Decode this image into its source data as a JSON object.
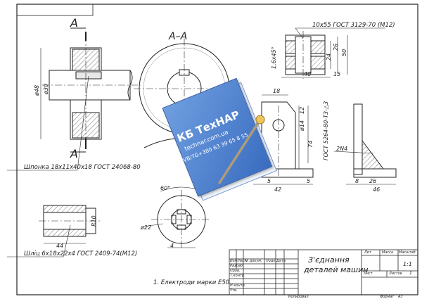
{
  "section_label": "A–A",
  "cut_mark": "A",
  "dims": {
    "d48": "ø48",
    "d30": "ø30",
    "f16x45": "1,6x45°",
    "w40": "40",
    "w15": "15",
    "h24": "24",
    "h26": "26",
    "h50": "50",
    "d18": "18",
    "d12": "12",
    "d14": "ø14",
    "h74": "74",
    "c5a": "5",
    "c5b": "5",
    "c42": "42",
    "r8": "8",
    "r26": "26",
    "r46": "46",
    "ang60": "60°",
    "d22": "ø22",
    "c4": "4",
    "c44": "44",
    "r10": "R10",
    "weld": "2N4"
  },
  "annotations": {
    "bolt": "10x55 ГОСТ 3129-70 (М12)",
    "weld_std": "ГОСТ 5264-80-Т3-△3",
    "key": "Шпонка 18х11х40х18 ГОСТ 24068-80",
    "spline": "Шліц 6х18х22х4 ГОСТ 2409-74(М12)",
    "electrodes": "1. Електроди марки Е50"
  },
  "watermark": {
    "title": "КБ ТехНАР",
    "site": "technar.com.ua",
    "contacts": "VB/TG+380 63 39 65 8 55"
  },
  "title_block": {
    "title_line1": "З'єднання",
    "title_line2": "деталей машин",
    "col_izm": "Изм",
    "col_list": "Лист",
    "col_doc": "№ докум.",
    "col_sign": "Подп.",
    "col_date": "Дата",
    "row_razrab": "Разраб.",
    "row_prov": "Пров.",
    "row_tkontr": "Т.контр.",
    "row_nkontr": "Н.контр.",
    "row_utv": "Утв.",
    "h_lit": "Лит",
    "h_mass": "Масса",
    "h_scale": "Масштаб",
    "scale_val": "1:1",
    "sheet_label": "Лист",
    "sheets_label": "Листов",
    "sheets_val": "1",
    "copied": "Копировал",
    "format_label": "Формат",
    "format_val": "А3"
  }
}
